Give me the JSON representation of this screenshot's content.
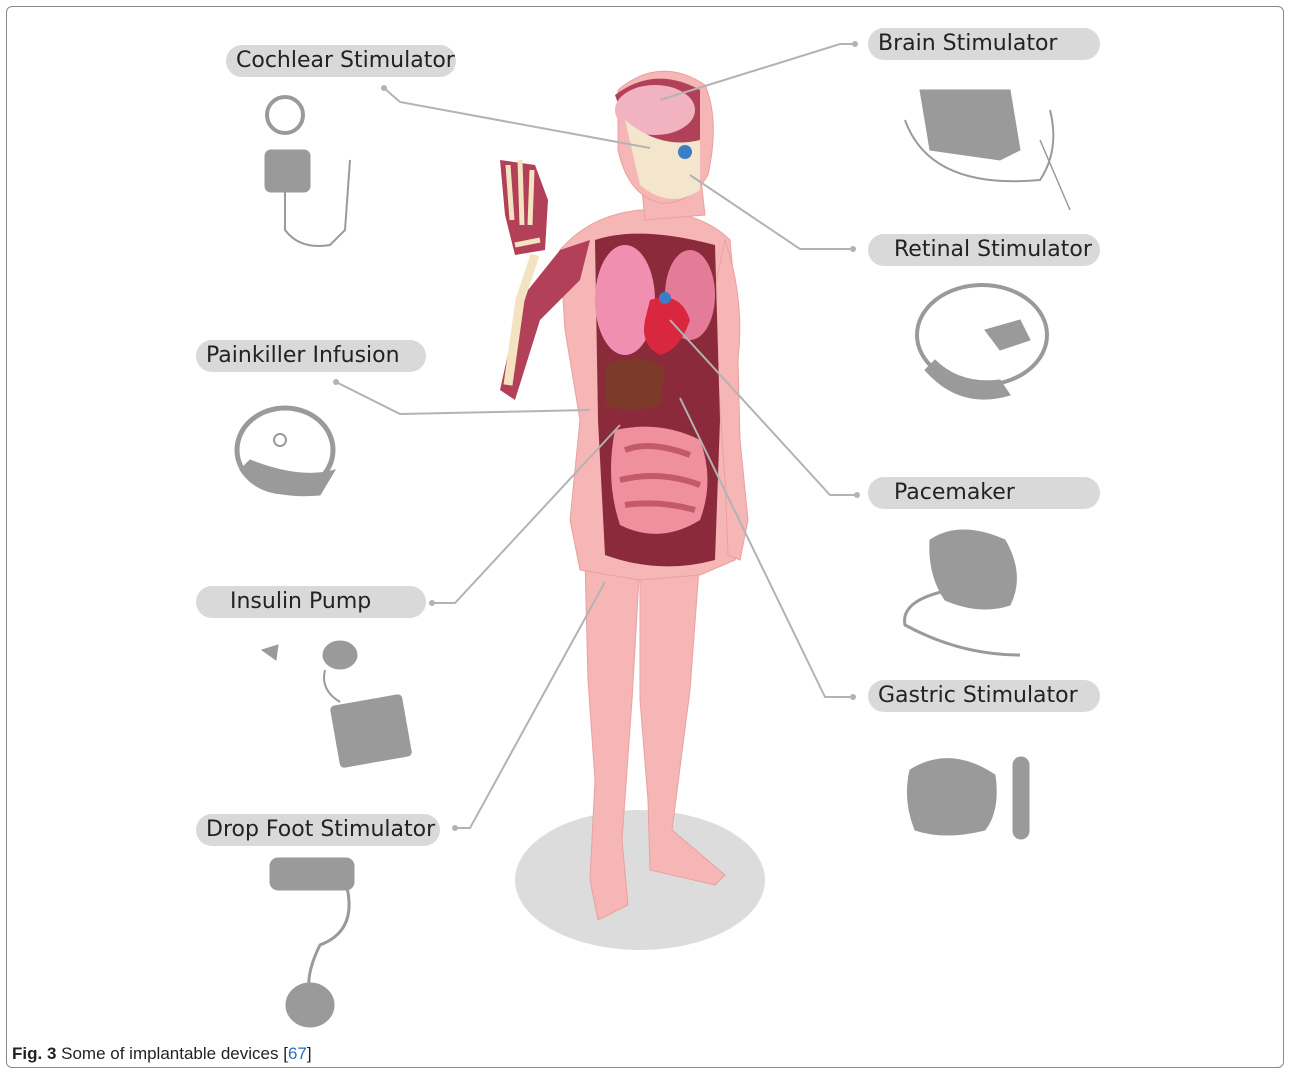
{
  "labels": {
    "cochlear": "Cochlear Stimulator",
    "brain": "Brain Stimulator",
    "retinal": "Retinal Stimulator",
    "painkiller": "Painkiller Infusion",
    "pacemaker": "Pacemaker",
    "insulin": "Insulin Pump",
    "gastric": "Gastric Stimulator",
    "dropfoot": "Drop Foot Stimulator"
  },
  "caption": {
    "fig": "Fig. 3",
    "text": " Some of implantable devices ",
    "ref_open": "[",
    "ref": "67",
    "ref_close": "]"
  },
  "colors": {
    "skin": "#f6b6b6",
    "organ_cavity": "#8b2a3a",
    "device_gray": "#9a9a9a",
    "pill_bg": "#d9d9d9",
    "leader_line": "#b3b3b3",
    "ref_link": "#2b6fb8"
  }
}
